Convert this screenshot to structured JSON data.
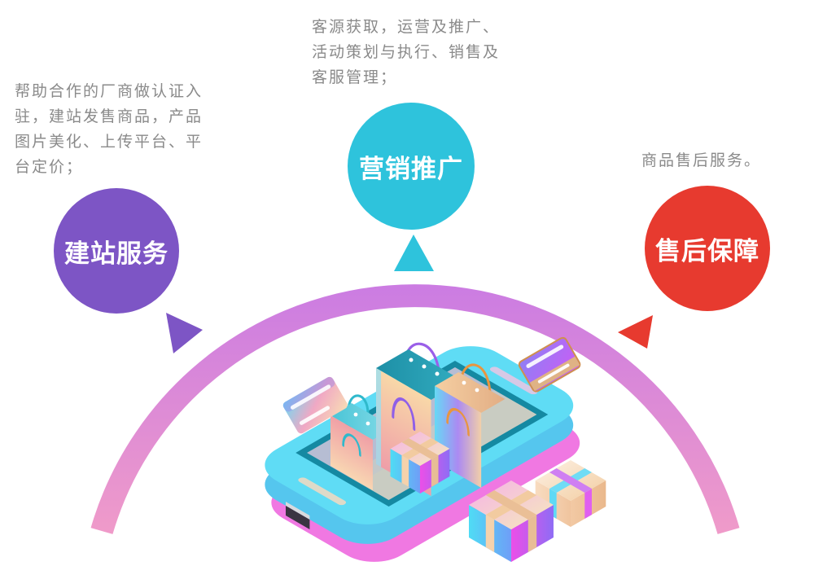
{
  "page": {
    "background": "#ffffff"
  },
  "services": [
    {
      "id": "website-building",
      "label": "建站服务",
      "color": "#7d55c5",
      "description_lines": [
        "帮助合作的厂商做认证入",
        "驻，建站发售商品，产品",
        "图片美化、上传平台、平",
        "台定价；"
      ]
    },
    {
      "id": "marketing-promotion",
      "label": "营销推广",
      "color": "#2ec3dc",
      "description_lines": [
        "客源获取，运营及推广、",
        "活动策划与执行、销售及",
        "客服管理；"
      ]
    },
    {
      "id": "aftersale-guarantee",
      "label": "售后保障",
      "color": "#e73a2f",
      "description_lines": [
        "商品售后服务。"
      ]
    }
  ],
  "arc": {
    "gradient_top": "#ca7be3",
    "gradient_bottom": "#f19cc8"
  },
  "text_color": "#8a8a8a",
  "illustration": {
    "name": "isometric-smartphone-ecommerce",
    "elements": [
      "smartphone",
      "shopping-bag-left",
      "shopping-bag-center",
      "shopping-bag-right",
      "gift-box-on-screen",
      "gift-box-large",
      "gift-box-small",
      "bank-card-left",
      "bank-card-right"
    ]
  }
}
